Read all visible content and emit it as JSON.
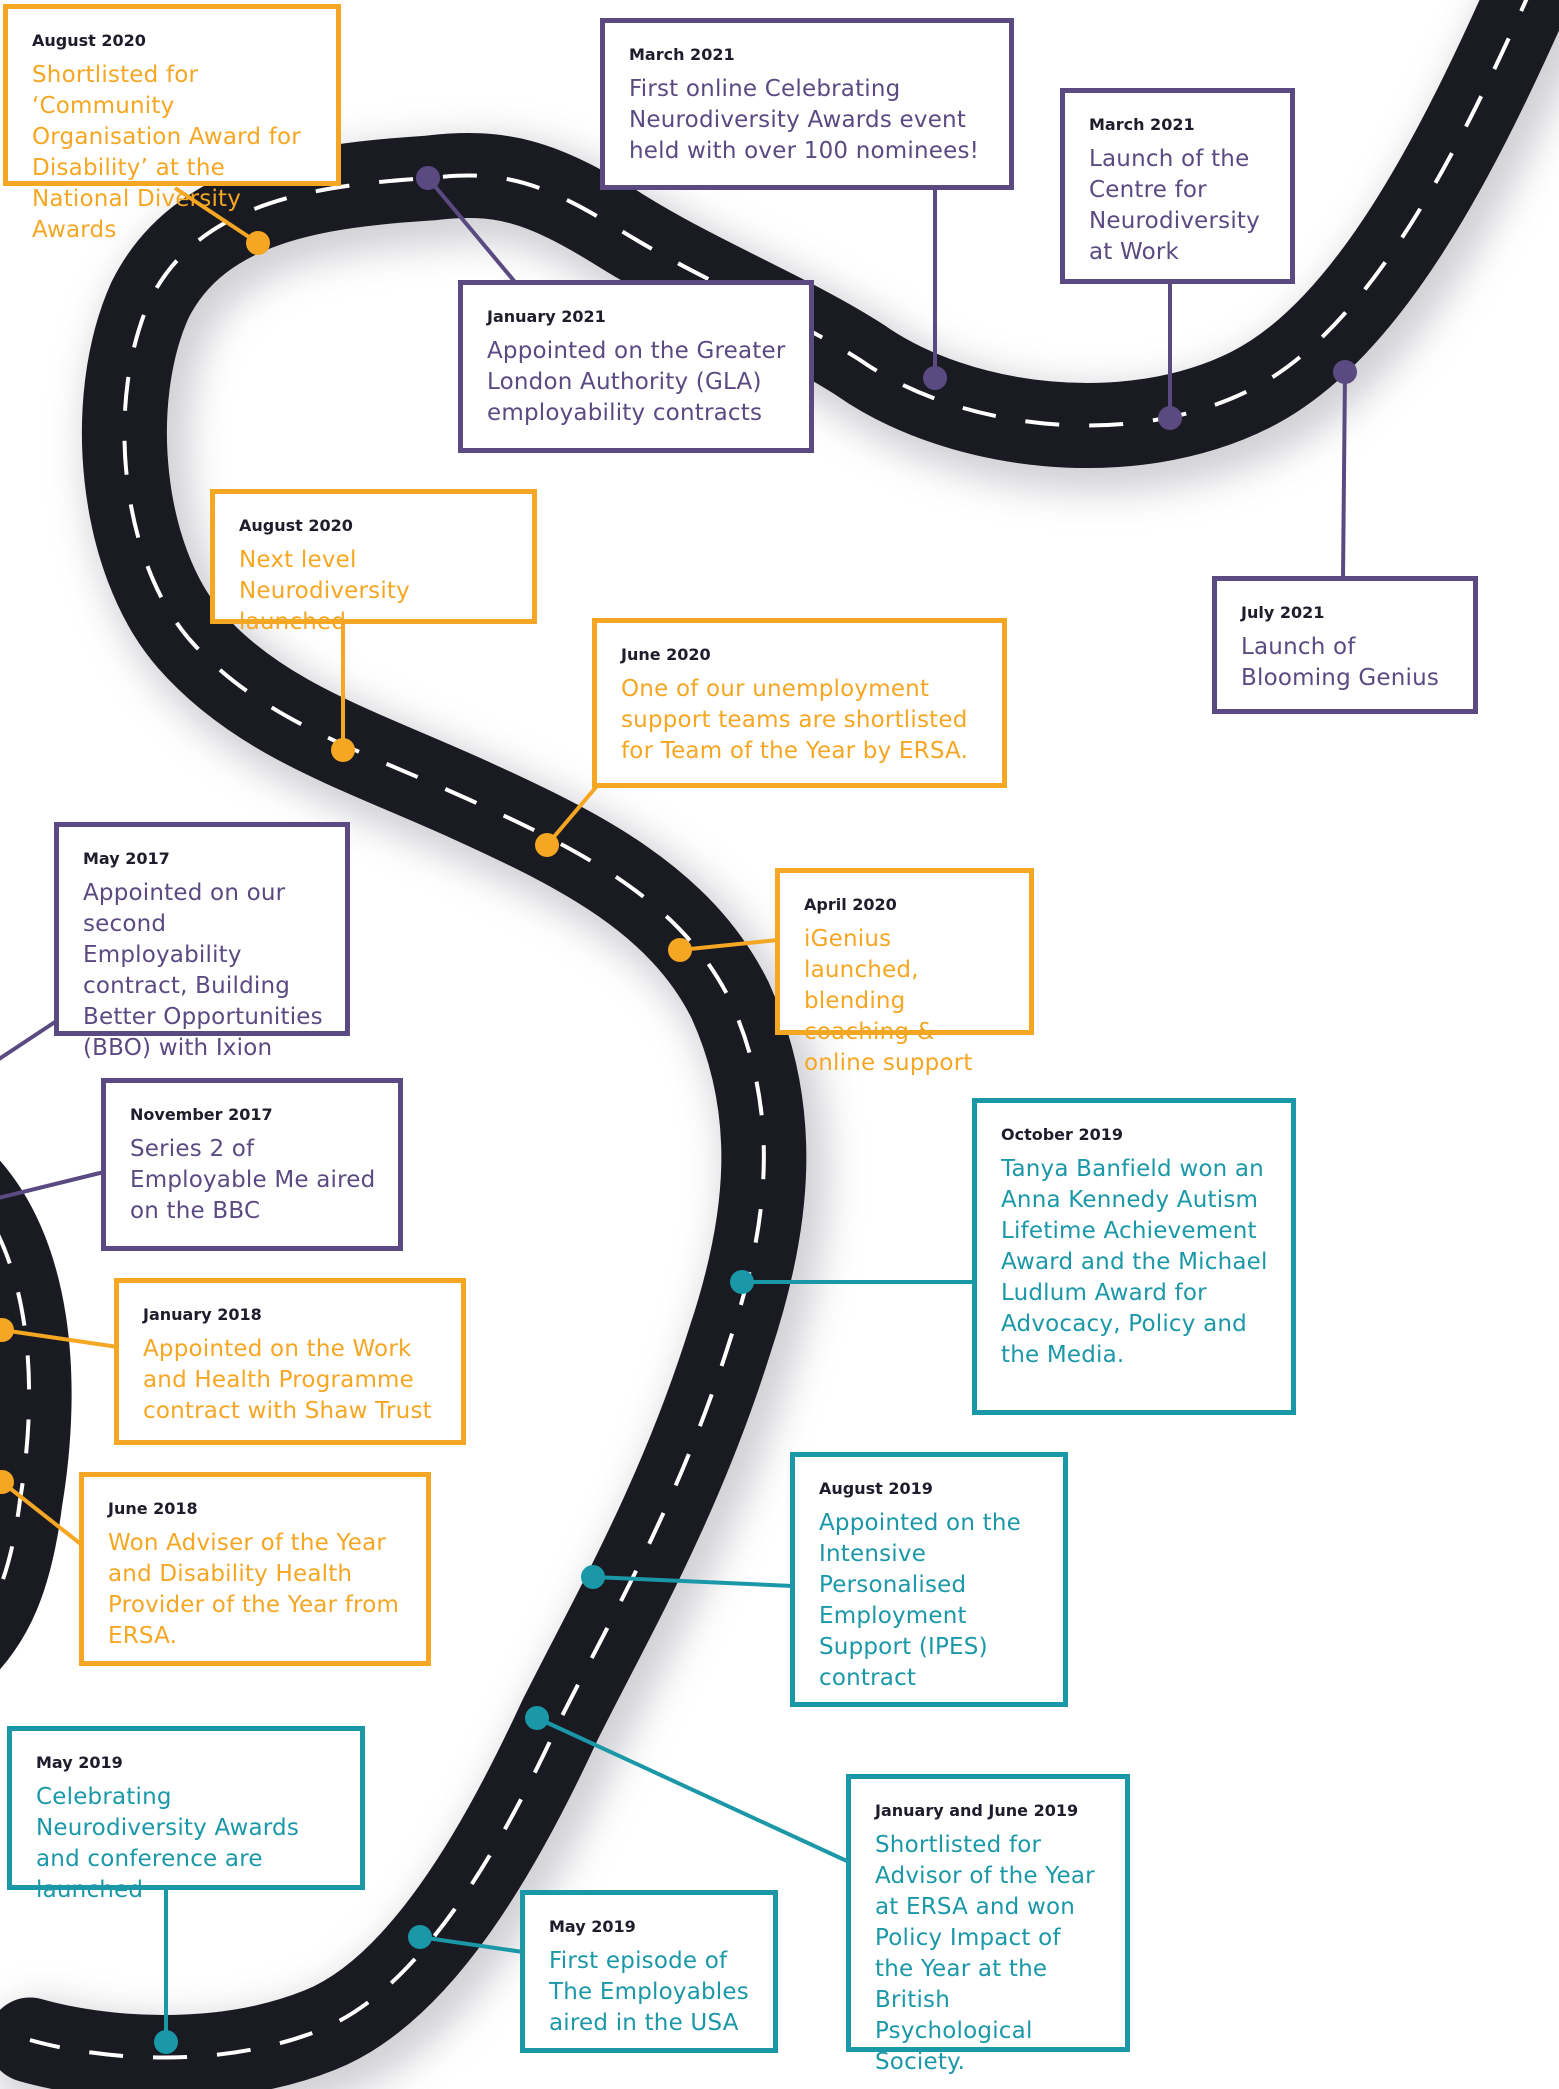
{
  "colors": {
    "road": "#1a1b22",
    "dash": "#ffffff",
    "orange": "#f5a623",
    "purple": "#5b4a82",
    "teal": "#1b98a8"
  },
  "milestones": [
    {
      "date": "August 2020",
      "text": "Shortlisted for ‘Community Organisation Award for Disability’ at the National Diversity Awards",
      "color": "orange"
    },
    {
      "date": "March 2021",
      "text": "First online Celebrating Neurodiversity Awards event held with over 100 nominees!",
      "color": "purple"
    },
    {
      "date": "March 2021",
      "text": "Launch of the Centre for Neurodiversity at Work",
      "color": "purple"
    },
    {
      "date": "January 2021",
      "text": "Appointed on the Greater London Authority (GLA) employability contracts",
      "color": "purple"
    },
    {
      "date": "August 2020",
      "text": "Next level Neurodiversity launched",
      "color": "orange"
    },
    {
      "date": "July 2021",
      "text": "Launch of Blooming Genius",
      "color": "purple"
    },
    {
      "date": "June 2020",
      "text": "One of our unemployment support teams are shortlisted for Team of the Year by ERSA.",
      "color": "orange"
    },
    {
      "date": "May 2017",
      "text": "Appointed on our second Employability contract, Building Better Opportunities (BBO) with Ixion",
      "color": "purple"
    },
    {
      "date": "April 2020",
      "text": "iGenius launched, blending coaching & online support",
      "color": "orange"
    },
    {
      "date": "November 2017",
      "text": "Series 2 of Employable Me aired on the BBC",
      "color": "purple"
    },
    {
      "date": "October 2019",
      "text": "Tanya Banfield won an Anna Kennedy Autism Lifetime Achievement Award and the Michael Ludlum Award for Advocacy, Policy and the Media.",
      "color": "teal"
    },
    {
      "date": "January 2018",
      "text": "Appointed on the Work and Health Programme contract with Shaw Trust",
      "color": "orange"
    },
    {
      "date": "August 2019",
      "text": "Appointed on the Intensive Personalised Employment Support (IPES) contract",
      "color": "teal"
    },
    {
      "date": "June 2018",
      "text": "Won Adviser of the Year and Disability Health Provider of the Year from ERSA.",
      "color": "orange"
    },
    {
      "date": "May 2019",
      "text": "Celebrating Neurodiversity Awards and conference are launched",
      "color": "teal"
    },
    {
      "date": "January and June 2019",
      "text": "Shortlisted for Advisor of the Year at ERSA and won Policy Impact of the Year at the British Psychological Society.",
      "color": "teal"
    },
    {
      "date": "May 2019",
      "text": "First episode of The Employables aired in the USA",
      "color": "teal"
    }
  ]
}
